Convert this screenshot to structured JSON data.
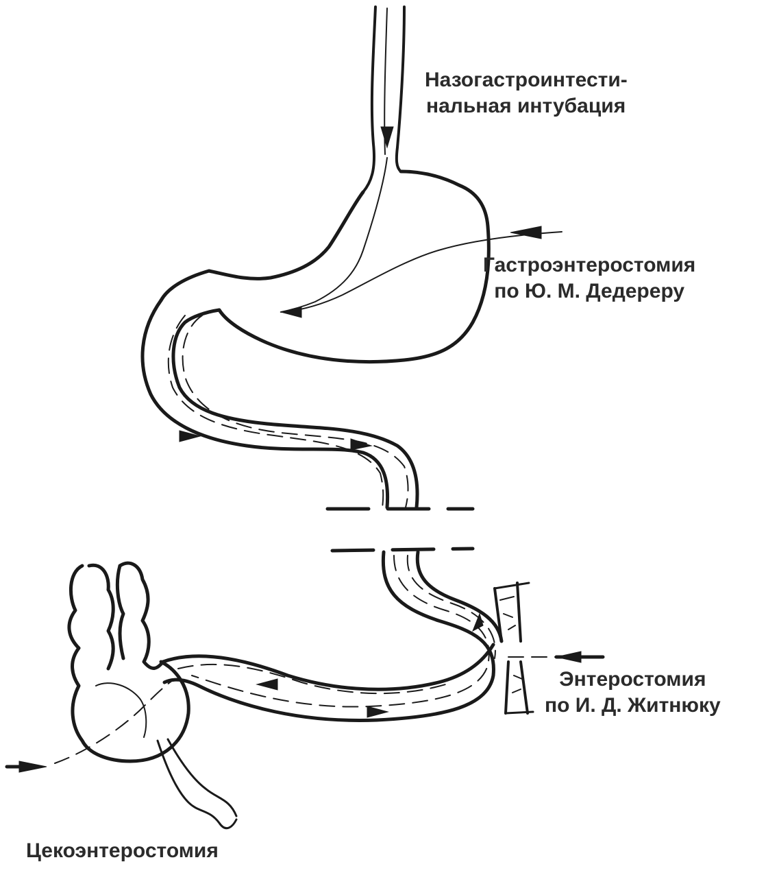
{
  "labels": {
    "nasogastro": {
      "line1": "Назогастроинтести-",
      "line2": "нальная интубация"
    },
    "gastroenterostomy": {
      "line1": "Гастроэнтеростомия",
      "line2": "по Ю. М. Дедереру"
    },
    "enterostomy": {
      "line1": "Энтеростомия",
      "line2": "по И. Д. Житнюку"
    },
    "cecoenterostomy": {
      "line1": "Цекоэнтеростомия"
    }
  },
  "colors": {
    "ink": "#1a1a1a",
    "text": "#2b2b2b",
    "background": "#ffffff"
  }
}
